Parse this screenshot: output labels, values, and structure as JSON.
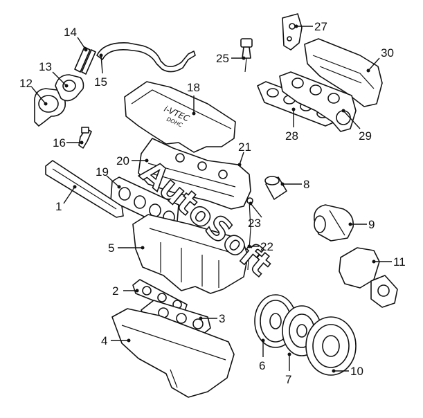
{
  "diagram": {
    "callouts": [
      {
        "id": "1",
        "label": "1"
      },
      {
        "id": "2",
        "label": "2"
      },
      {
        "id": "3",
        "label": "3"
      },
      {
        "id": "4",
        "label": "4"
      },
      {
        "id": "5",
        "label": "5"
      },
      {
        "id": "6",
        "label": "6"
      },
      {
        "id": "7",
        "label": "7"
      },
      {
        "id": "8",
        "label": "8"
      },
      {
        "id": "9",
        "label": "9"
      },
      {
        "id": "10",
        "label": "10"
      },
      {
        "id": "11",
        "label": "11"
      },
      {
        "id": "12",
        "label": "12"
      },
      {
        "id": "13",
        "label": "13"
      },
      {
        "id": "14",
        "label": "14"
      },
      {
        "id": "15",
        "label": "15"
      },
      {
        "id": "16",
        "label": "16"
      },
      {
        "id": "18",
        "label": "18"
      },
      {
        "id": "19",
        "label": "19"
      },
      {
        "id": "20",
        "label": "20"
      },
      {
        "id": "21",
        "label": "21"
      },
      {
        "id": "22",
        "label": "22"
      },
      {
        "id": "23",
        "label": "23"
      },
      {
        "id": "25",
        "label": "25"
      },
      {
        "id": "27",
        "label": "27"
      },
      {
        "id": "28",
        "label": "28"
      },
      {
        "id": "29",
        "label": "29"
      },
      {
        "id": "30",
        "label": "30"
      }
    ],
    "cover_text": "i-VTEC",
    "cover_subtext": "DOHC",
    "watermark": "AutoSoft"
  }
}
